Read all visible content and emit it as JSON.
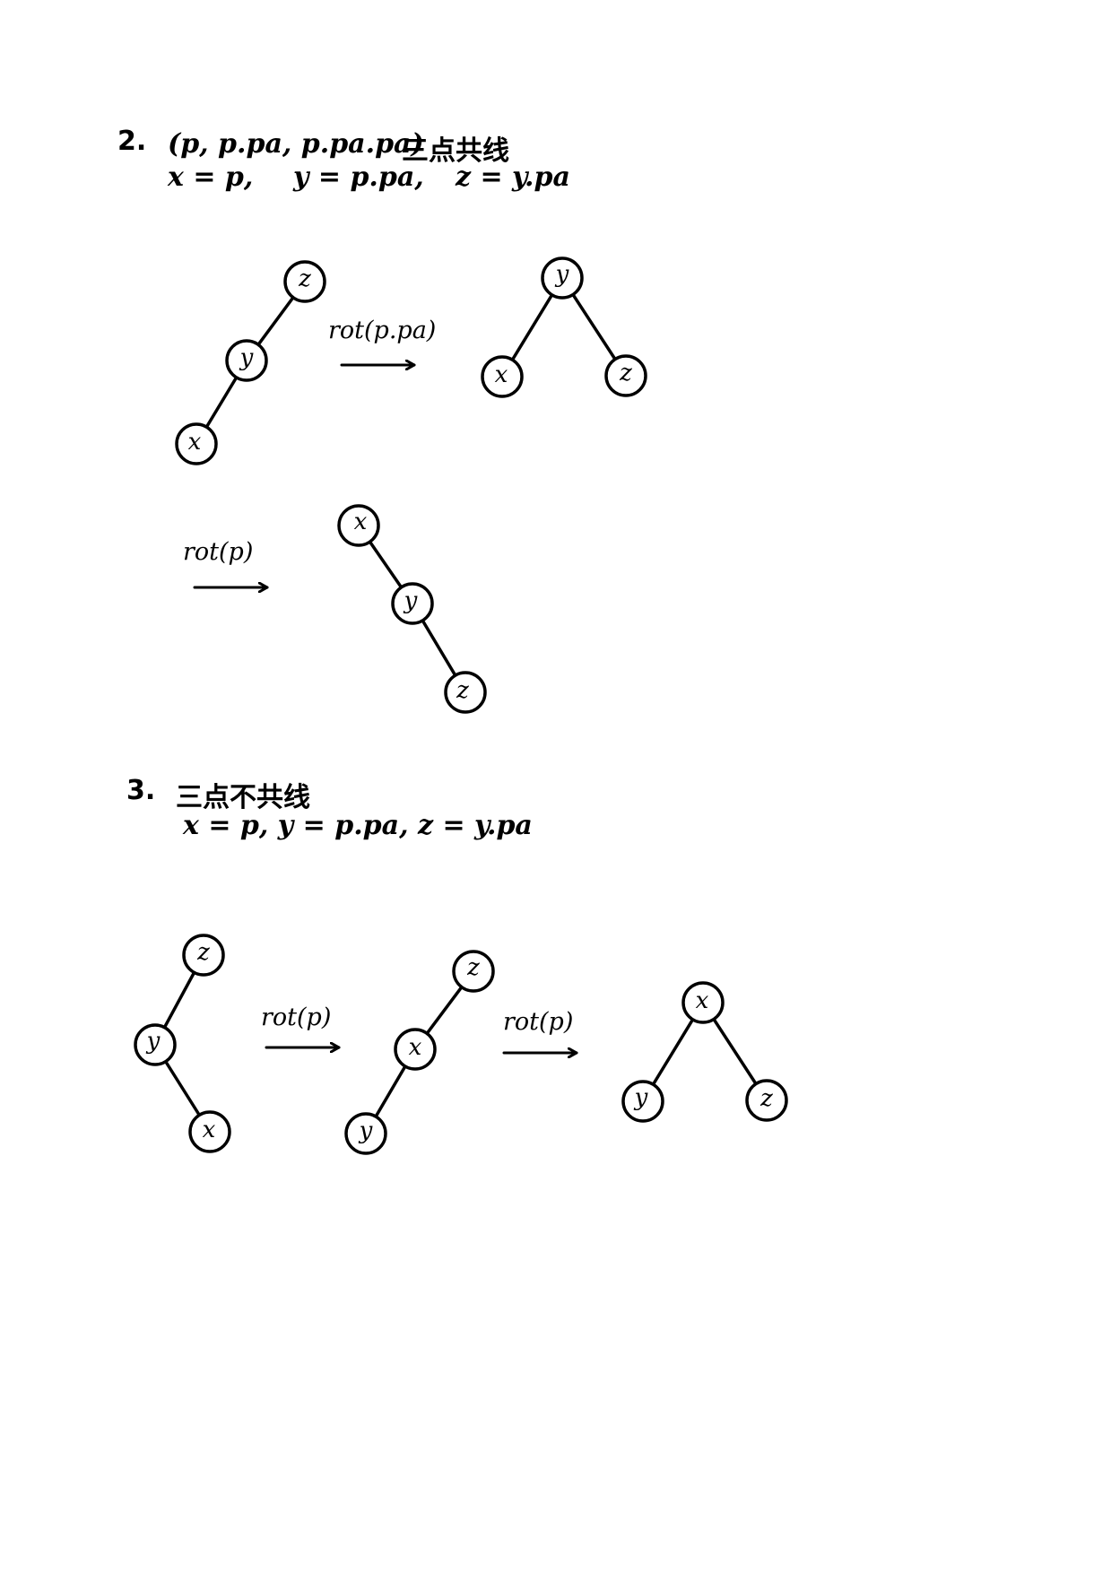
{
  "section2": {
    "number": "2.",
    "tuple": "(p, p.pa, p.pa.pa)",
    "title": "三点共线",
    "assign_x": "x = p,",
    "assign_y": "y = p.pa,",
    "assign_z": "z = y.pa"
  },
  "section3": {
    "number": "3.",
    "title": "三点不共线",
    "assignments": "x = p,  y = p.pa,  z = y.pa"
  },
  "diagram": {
    "node_labels": {
      "x": "x",
      "y": "y",
      "z": "z"
    },
    "rotations": {
      "rot_p_pa": "rot(p.pa)",
      "rot_p": "rot(p)"
    },
    "colors": {
      "stroke": "#000000",
      "fill": "#ffffff"
    }
  }
}
